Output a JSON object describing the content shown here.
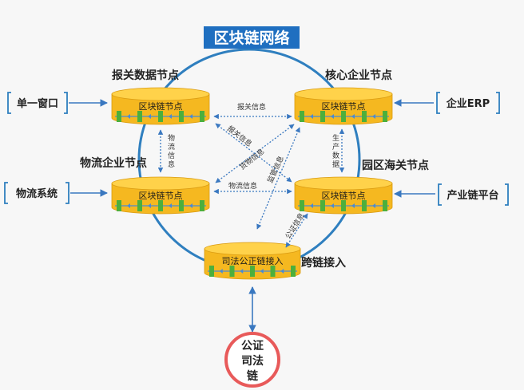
{
  "title": "区块链网络",
  "nodes": {
    "customs_data": {
      "title": "报关数据节点",
      "label": "区块链节点"
    },
    "core_enterprise": {
      "title": "核心企业节点",
      "label": "区块链节点"
    },
    "logistics": {
      "title": "物流企业节点",
      "label": "区块链节点"
    },
    "park_customs": {
      "title": "园区海关节点",
      "label": "区块链节点"
    },
    "cross_chain": {
      "title": "跨链接入",
      "label": "司法公正链接入"
    }
  },
  "side_systems": {
    "single_window": "单一窗口",
    "enterprise_erp": "企业ERP",
    "logistics_system": "物流系统",
    "industry_platform": "产业链平台"
  },
  "edge_labels": {
    "customs_info_top": "报关信息",
    "logistics_info_left": "物流信息",
    "production_data": "生产数据",
    "customs_info_diag": "报关信息",
    "goods_info": "货物信息",
    "logistics_info_mid": "物流信息",
    "supervision_info": "监管信息",
    "notary_info": "公证信息"
  },
  "notary_chain": {
    "line1": "公证",
    "line2": "司法",
    "line3": "链"
  },
  "colors": {
    "title_bg": "#1f6fc0",
    "ring": "#2f7fbf",
    "cyl_top": "#ffd24a",
    "cyl_body": "#f5b820",
    "cyl_side": "#d99a10",
    "bar_line": "#4a8ad4",
    "block": "#4caf3c",
    "arrow": "#3a78c0",
    "side_box": "#2f7fbf",
    "notary_ring": "#e85a5a"
  }
}
